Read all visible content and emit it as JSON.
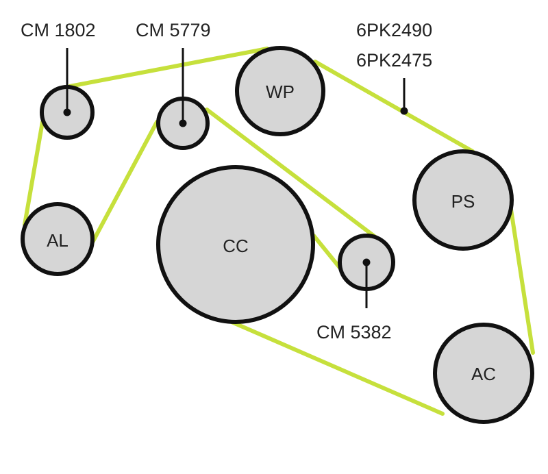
{
  "colors": {
    "belt": "#c6e03c",
    "pulley_fill": "#d6d6d6",
    "pulley_stroke": "#111111"
  },
  "labels": {
    "cm1802": "CM 1802",
    "cm5779": "CM 5779",
    "belt1": "6PK2490",
    "belt2": "6PK2475",
    "cm5382": "CM 5382"
  },
  "pulleys": {
    "wp": "WP",
    "al": "AL",
    "cc": "CC",
    "ps": "PS",
    "ac": "AC"
  }
}
